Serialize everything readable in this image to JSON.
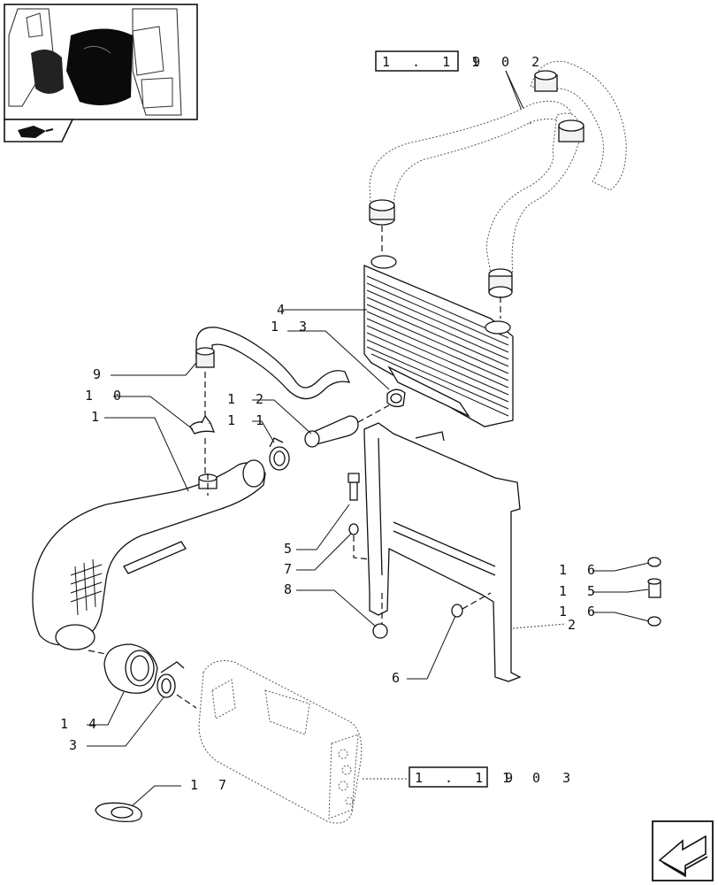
{
  "callouts": [
    {
      "id": "4",
      "text": "4"
    },
    {
      "id": "13",
      "text": "1 3"
    },
    {
      "id": "9",
      "text": "9"
    },
    {
      "id": "10",
      "text": "1 0"
    },
    {
      "id": "1",
      "text": "1"
    },
    {
      "id": "12",
      "text": "1 2"
    },
    {
      "id": "11",
      "text": "1 1"
    },
    {
      "id": "5",
      "text": "5"
    },
    {
      "id": "7",
      "text": "7"
    },
    {
      "id": "8",
      "text": "8"
    },
    {
      "id": "16a",
      "text": "1 6"
    },
    {
      "id": "15",
      "text": "1 5"
    },
    {
      "id": "16b",
      "text": "1 6"
    },
    {
      "id": "2",
      "text": "2"
    },
    {
      "id": "6",
      "text": "6"
    },
    {
      "id": "14",
      "text": "1 4"
    },
    {
      "id": "3",
      "text": "3"
    },
    {
      "id": "17",
      "text": "1 7"
    }
  ],
  "references": {
    "upper": {
      "boxed": "1 . 1 9",
      "suffix": "1 0 2"
    },
    "lower": {
      "boxed": "1 . 1 9",
      "suffix": "1 0 3"
    }
  },
  "icons": {
    "thumbnail": "tractor-engine-bay-thumbnail",
    "badge": "engine-component-icon",
    "nav": "previous-page-arrow-icon"
  }
}
